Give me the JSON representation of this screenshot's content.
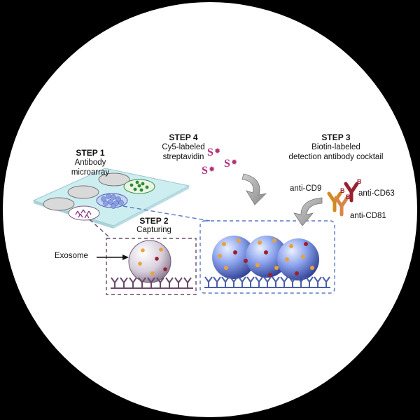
{
  "steps": {
    "step1": {
      "title": "STEP 1",
      "line1": "Antibody",
      "line2": "microarray"
    },
    "step2": {
      "title": "STEP 2",
      "line1": "Capturing"
    },
    "step3": {
      "title": "STEP 3",
      "line1": "Biotin-labeled",
      "line2": "detection antibody cocktail"
    },
    "step4": {
      "title": "STEP 4",
      "line1": "Cy5-labeled",
      "line2": "streptavidin"
    }
  },
  "labels": {
    "exosome": "Exosome",
    "anti_cd9": "anti-CD9",
    "anti_cd63": "anti-CD63",
    "anti_cd81": "anti-CD81",
    "biotin_letter": "B",
    "streptavidin_letter": "S"
  },
  "colors": {
    "background": "#000000",
    "circle": "#ffffff",
    "slide": "#cfeef2",
    "exosome_blue": "#6f87d8",
    "capture_antibody": "#4a5fa8",
    "cd9": "#e6a03a",
    "cd63": "#a8283a",
    "cd81": "#d9864a",
    "streptavidin": "#b0307a",
    "box_purple": "#6a4a6a",
    "box_blue": "#5a78c8"
  }
}
